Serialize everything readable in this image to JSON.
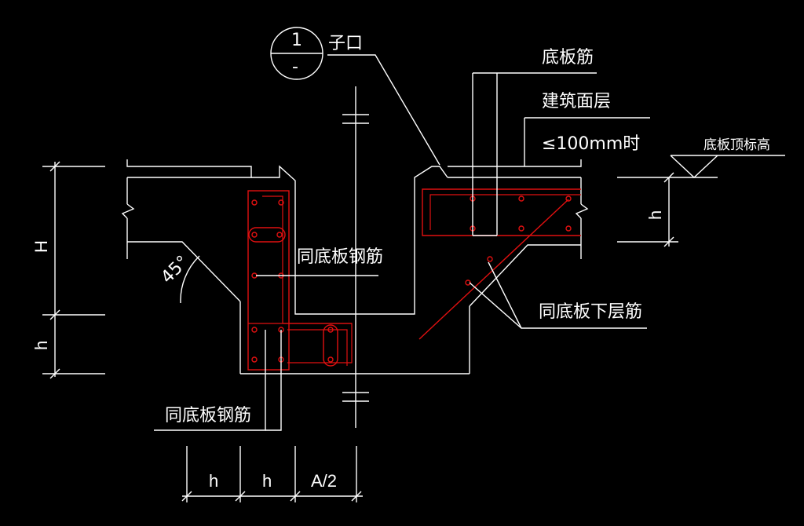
{
  "labels": {
    "section_number": "1",
    "section_dash": "-",
    "pit_label": "子口",
    "slab_rebar": "底板筋",
    "arch_layer": "建筑面层",
    "thickness_note": "≤100mm时",
    "slab_top_elev": "底板顶标高",
    "same_slab_rebar_1": "同底板钢筋",
    "same_slab_bottom_rebar": "同底板下层筋",
    "same_slab_rebar_2": "同底板钢筋",
    "angle": "45°",
    "dim_H": "H",
    "dim_h_left": "h",
    "dim_h_right": "h",
    "dim_bottom_h1": "h",
    "dim_bottom_h2": "h",
    "dim_bottom_a2": "A/2"
  },
  "colors": {
    "background": "#000000",
    "lines": "#ffffff",
    "rebar": "#e01010"
  }
}
